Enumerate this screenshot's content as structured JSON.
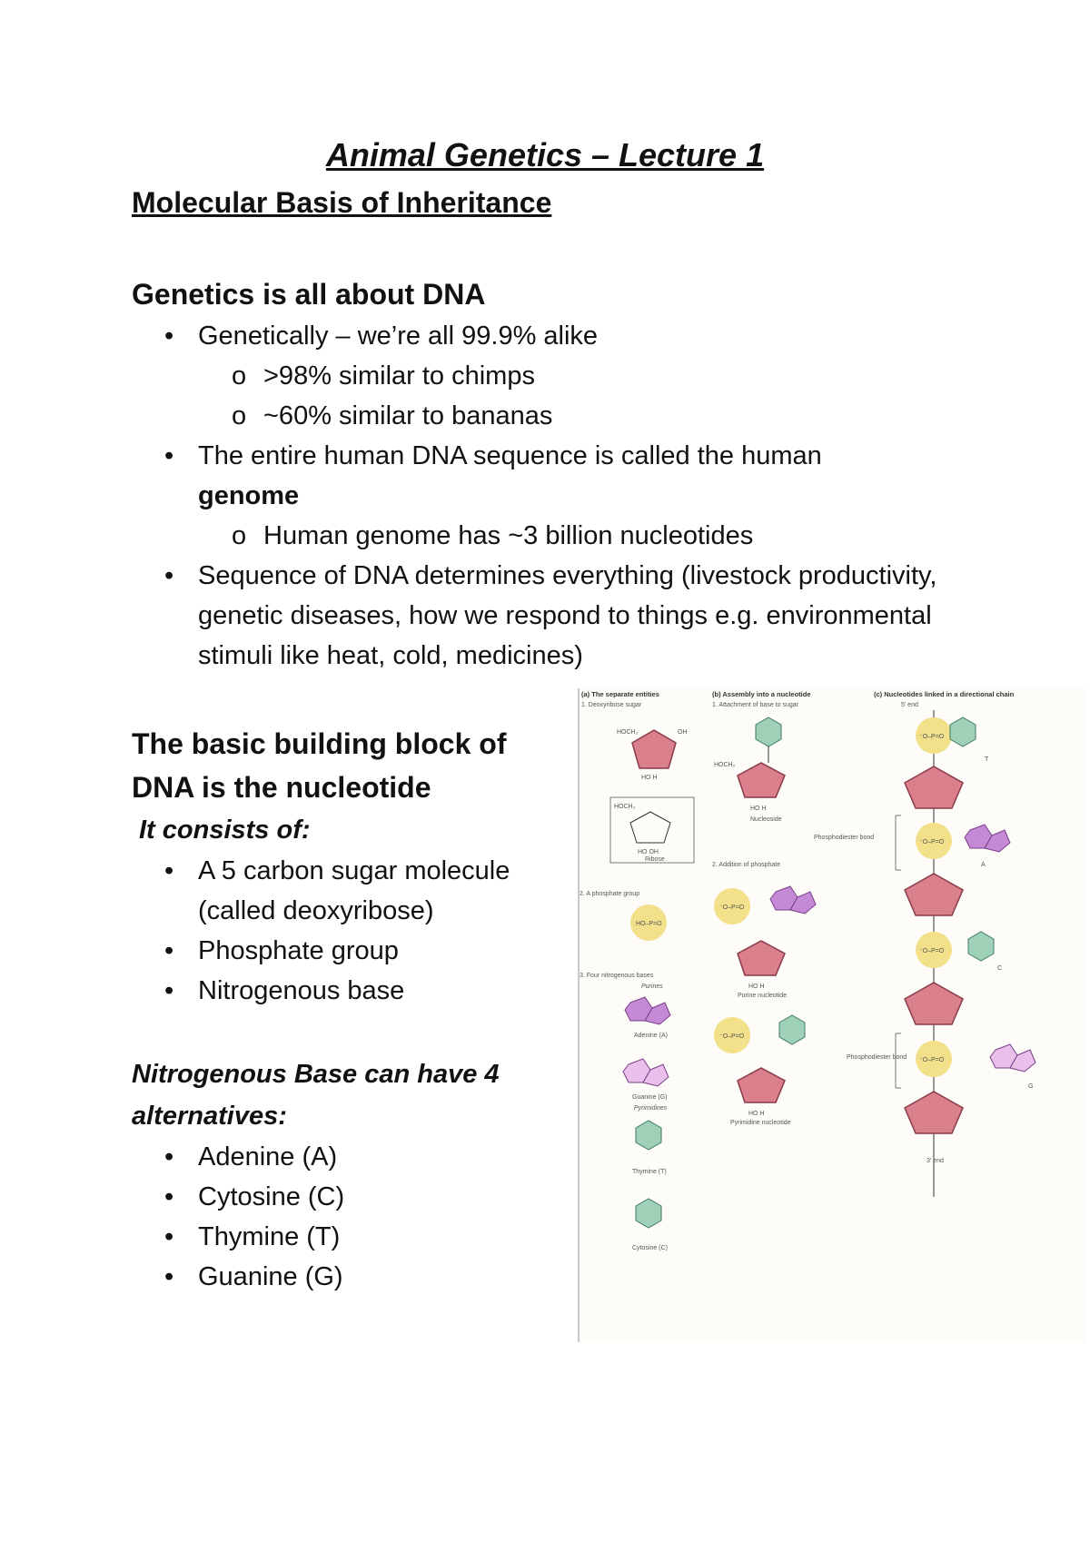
{
  "title": "Animal Genetics – Lecture 1",
  "subtitle": "Molecular Basis of Inheritance",
  "section1": {
    "heading": "Genetics is all about DNA",
    "bullet1": "Genetically – we’re all 99.9% alike",
    "bullet1_subs": [
      ">98% similar to chimps",
      "~60% similar to bananas"
    ],
    "bullet2_text": "The entire human DNA sequence is called the human",
    "bullet2_bold": "genome",
    "bullet2_sub": "Human genome has ~3 billion nucleotides",
    "bullet3": "Sequence of DNA determines everything (livestock productivity, genetic diseases, how we respond to things e.g. environmental stimuli like heat, cold, medicines)"
  },
  "section2": {
    "heading_line1": "The basic building block of",
    "heading_line2": "DNA is the nucleotide",
    "consists": "It consists of:",
    "items": [
      "A 5 carbon sugar molecule (called deoxyribose)",
      "Phosphate group",
      "Nitrogenous base"
    ]
  },
  "section3": {
    "heading": "Nitrogenous Base can have 4 alternatives:",
    "items": [
      "Adenine (A)",
      "Cytosine (C)",
      "Thymine (T)",
      "Guanine (G)"
    ]
  },
  "figure": {
    "headings": [
      "(a) The separate entities",
      "(b) Assembly into a nucleotide",
      "(c) Nucleotides linked in a directional chain"
    ],
    "labels": {
      "deoxyribose": "1. Deoxyribose sugar",
      "attachment": "1. Attachment of base to sugar",
      "five_end": "5' end",
      "ribose": "Ribose",
      "nucleoside": "Nucleoside",
      "addition": "2. Addition of phosphate",
      "phosphate_group": "2. A phosphate group",
      "four_bases": "3. Four nitrogenous bases",
      "purines": "Purines",
      "adenine": "Adenine (A)",
      "guanine": "Guanine (G)",
      "pyrimidines": "Pyrimidines",
      "thymine": "Thymine (T)",
      "cytosine": "Cytosine (C)",
      "purine_nucleotide": "Purine nucleotide",
      "pyrimidine_nucleotide": "Pyrimidine nucleotide",
      "phosphodiester1": "Phosphodiester bond",
      "phosphodiester2": "Phosphodiester bond",
      "three_end": "3' end",
      "base_a": "A",
      "base_c": "C",
      "base_g": "G",
      "base_t": "T"
    },
    "colors": {
      "sugar": "#d9808c",
      "phosphate": "#f3e08a",
      "purine": "#c48ad6",
      "pyrimidine": "#9fd0b8"
    }
  }
}
